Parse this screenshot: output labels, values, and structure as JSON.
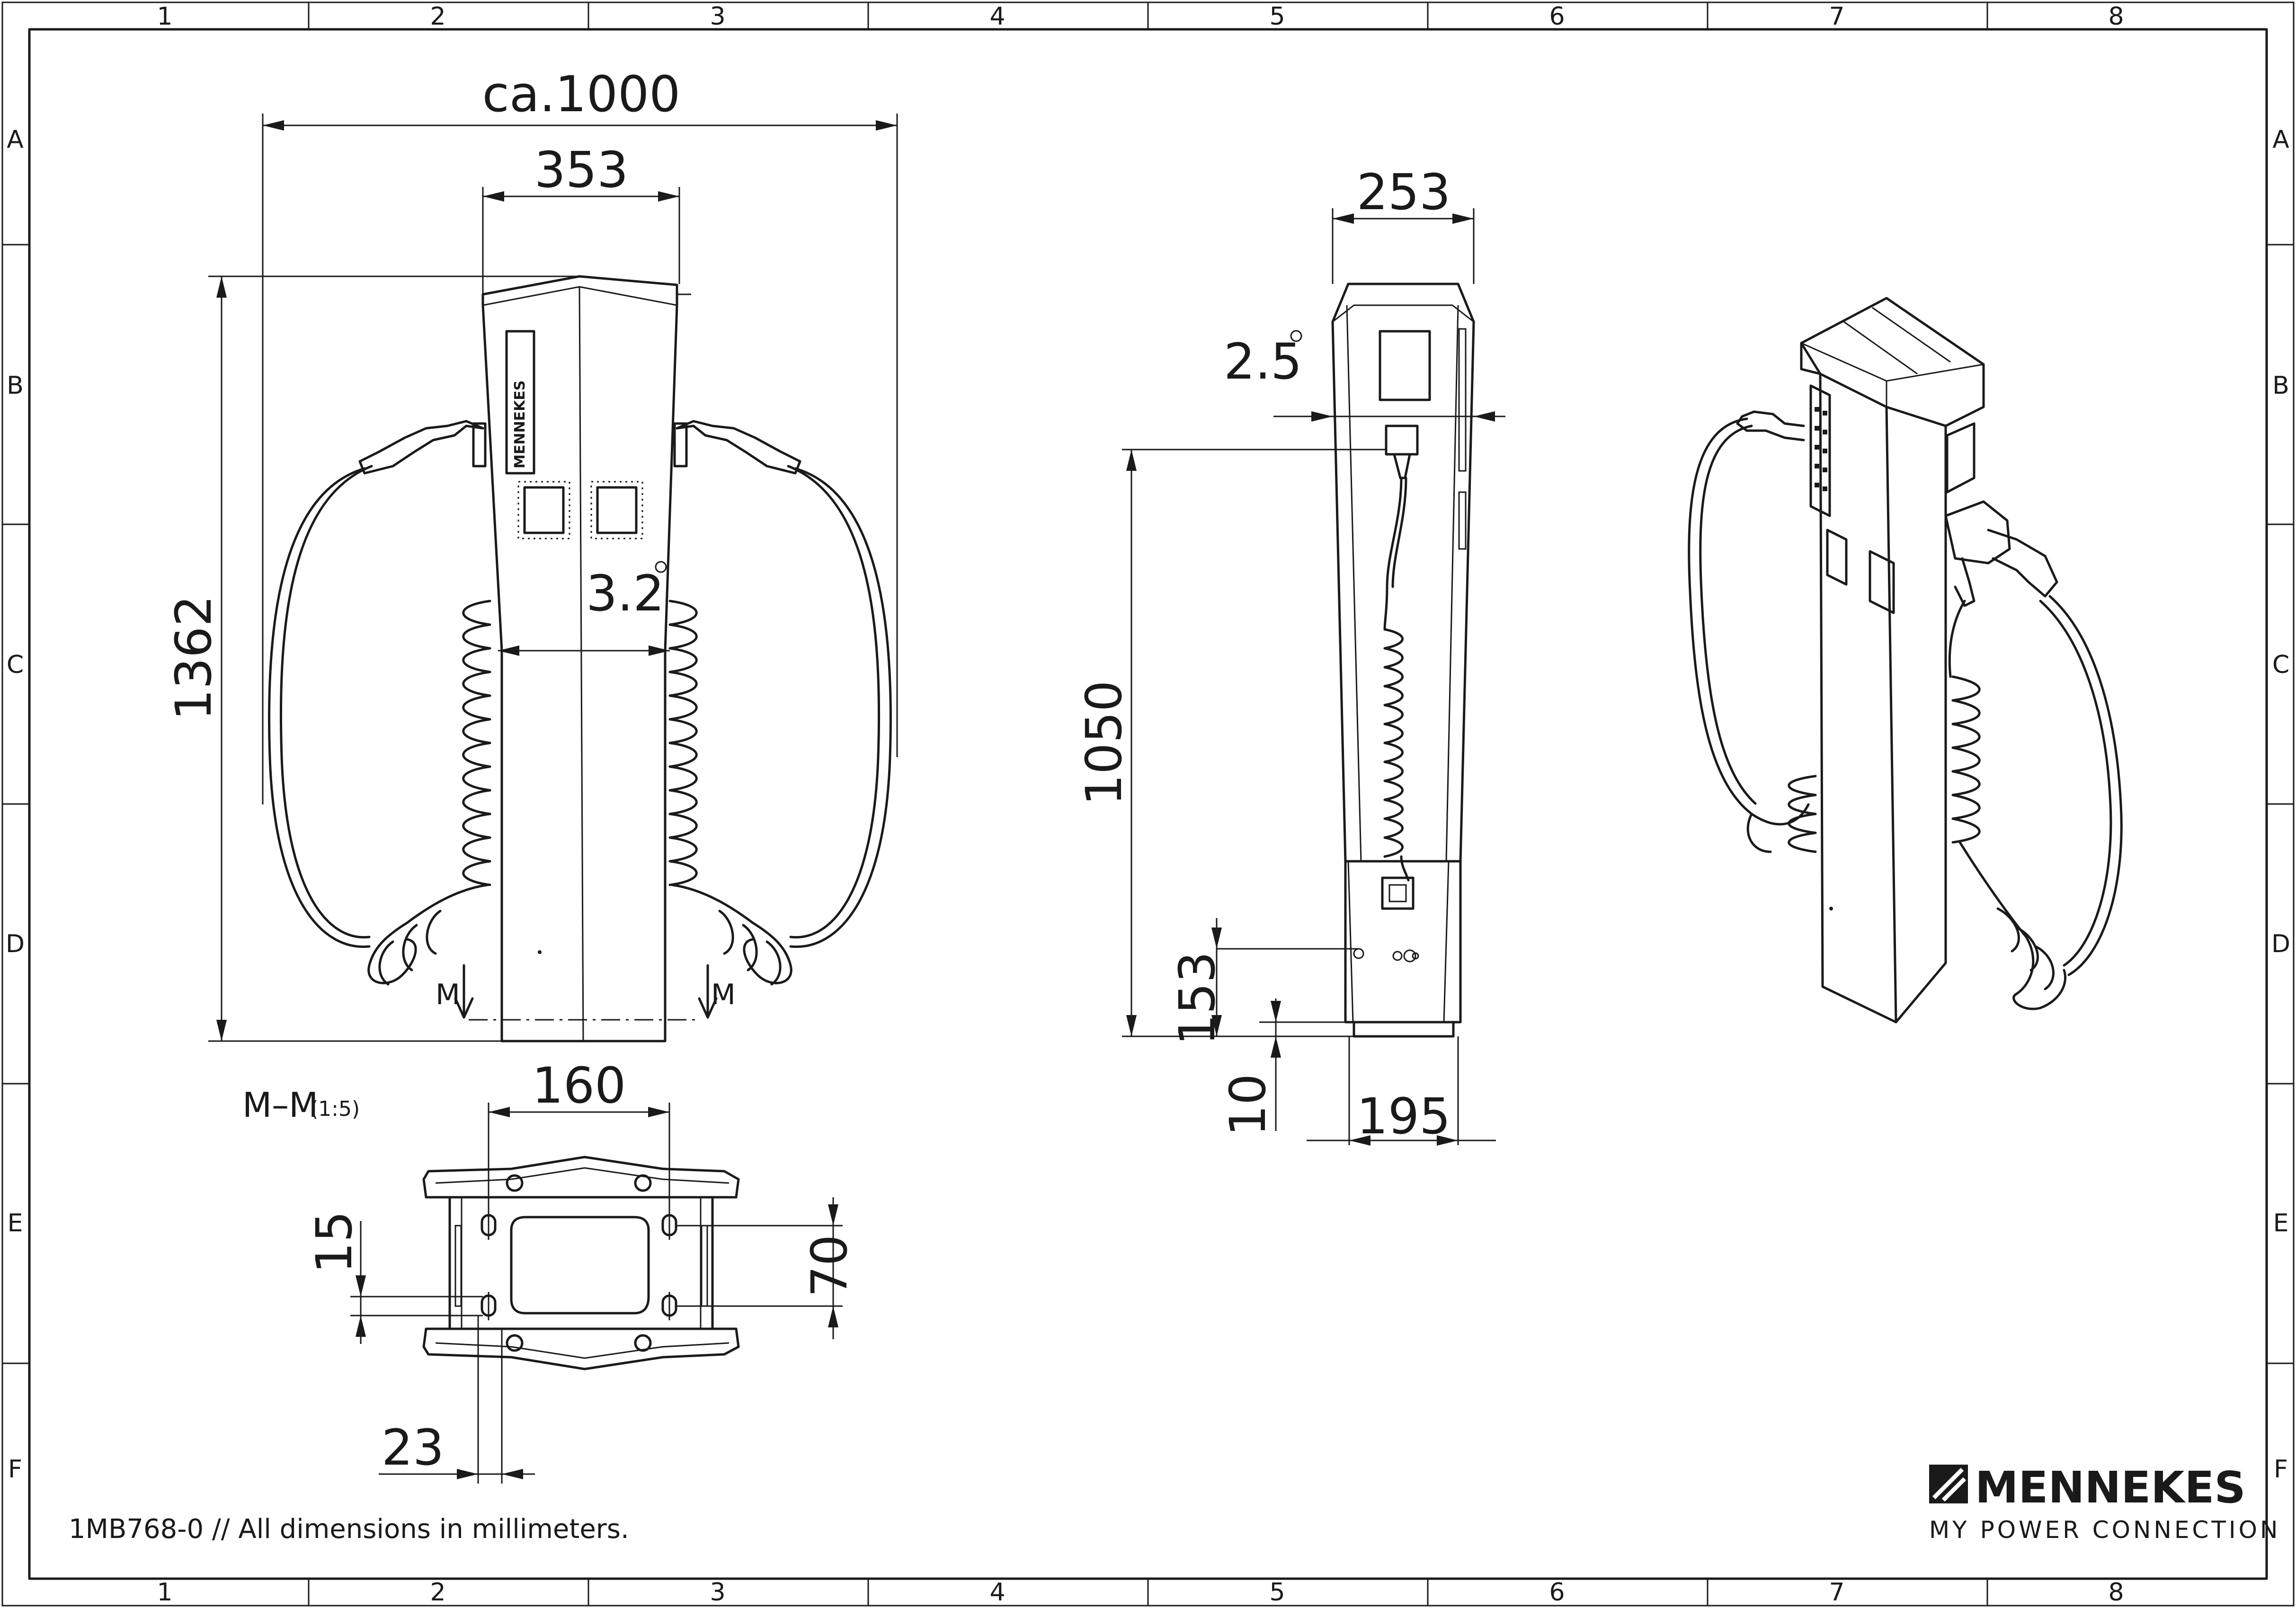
{
  "border": {
    "columns": [
      "1",
      "2",
      "3",
      "4",
      "5",
      "6",
      "7",
      "8"
    ],
    "rows": [
      "A",
      "B",
      "C",
      "D",
      "E",
      "F"
    ]
  },
  "front_view": {
    "dim_overall_width": "ca.1000",
    "dim_body_width": "353",
    "dim_height": "1362",
    "dim_taper_angle": "3.2",
    "section_mark": "M",
    "logo_text": "MENNEKES"
  },
  "side_view": {
    "dim_depth": "253",
    "dim_taper_angle": "2.5",
    "dim_socket_height": "1050",
    "dim_base_height": "153",
    "dim_foot_height": "10",
    "dim_base_depth": "195"
  },
  "section_view": {
    "title": "M–M",
    "scale": "(1:5)",
    "dim_hole_spacing_x": "160",
    "dim_hole_offset": "15",
    "dim_hole_spacing_y": "70",
    "dim_edge_offset": "23"
  },
  "footer": {
    "note": "1MB768-0 // All dimensions in millimeters.",
    "brand_name": "MENNEKES",
    "brand_tagline": "MY POWER CONNECTION"
  }
}
